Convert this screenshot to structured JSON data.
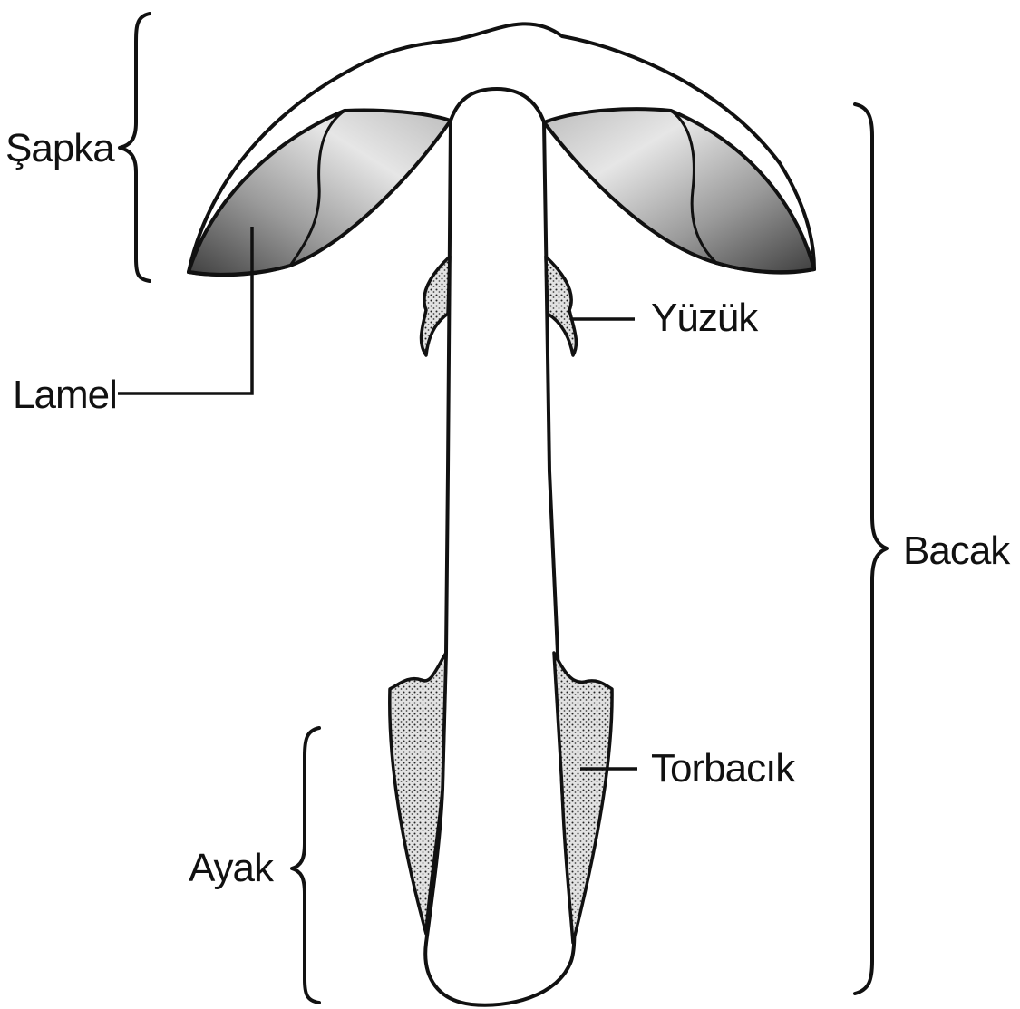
{
  "labels": {
    "cap": "Şapka",
    "gill": "Lamel",
    "ring": "Yüzük",
    "stem": "Bacak",
    "volva": "Torbacık",
    "foot": "Ayak"
  },
  "colors": {
    "ink": "#111111",
    "gill_shade": "#6e6e6e",
    "gill_highlight": "#e8e8e8",
    "stipple": "#c9c9c9"
  }
}
